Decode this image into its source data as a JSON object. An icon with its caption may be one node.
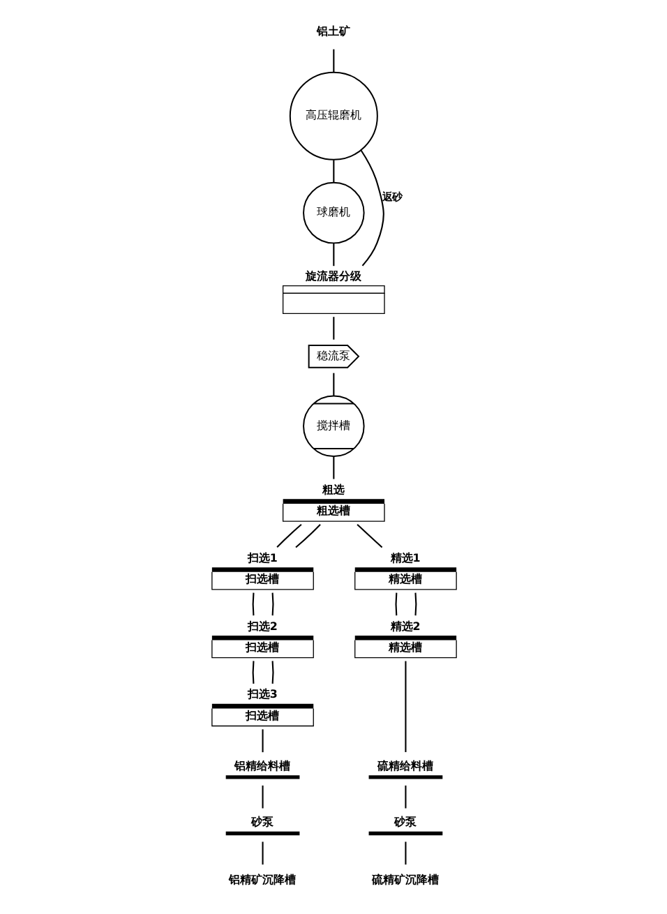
{
  "diagram": {
    "nodes": [
      {
        "text": [
          "铝土矿"
        ]
      },
      {
        "text": [
          "高压辊磨机"
        ]
      },
      {
        "text": [
          "球磨机"
        ]
      },
      {
        "text": [
          "旋流器分级"
        ]
      },
      {
        "text": [
          "稳流泵"
        ]
      },
      {
        "text": [
          "搅拌槽"
        ]
      },
      {
        "text": [
          "粗选",
          "粗选槽"
        ]
      },
      {
        "text": [
          "扫选1",
          "扫选槽"
        ]
      },
      {
        "text": [
          "扫选2",
          "扫选槽"
        ]
      },
      {
        "text": [
          "扫选3",
          "扫选槽"
        ]
      },
      {
        "text": [
          "精选1",
          "精选槽"
        ]
      },
      {
        "text": [
          "精选2",
          "精选槽"
        ]
      },
      {
        "text": [
          "铝精给料槽"
        ]
      },
      {
        "text": [
          "砂泵"
        ]
      },
      {
        "text": [
          "铝精矿沉降槽"
        ]
      },
      {
        "text": [
          "硫精给料槽"
        ]
      },
      {
        "text": [
          "砂泵"
        ]
      },
      {
        "text": [
          "硫精矿沉降槽"
        ]
      }
    ],
    "edges": [
      {
        "from": 0,
        "to": 1,
        "arrow": "none"
      },
      {
        "from": 1,
        "to": 2,
        "arrow": "none"
      },
      {
        "from": 2,
        "to": 3,
        "arrow": "none"
      },
      {
        "from": 3,
        "to": 1,
        "label": "返砂",
        "arrow": "none"
      },
      {
        "from": 3,
        "to": 4,
        "arrow": "none"
      },
      {
        "from": 4,
        "to": 5,
        "arrow": "none"
      },
      {
        "from": 5,
        "to": 6,
        "arrow": "none"
      },
      {
        "from": 6,
        "to": 7,
        "arrow": "none"
      },
      {
        "from": 7,
        "to": 6,
        "arrow": "none"
      },
      {
        "from": 6,
        "to": 10,
        "arrow": "none"
      },
      {
        "from": 7,
        "to": 8,
        "arrow": "none"
      },
      {
        "from": 8,
        "to": 7,
        "arrow": "none"
      },
      {
        "from": 8,
        "to": 9,
        "arrow": "none"
      },
      {
        "from": 9,
        "to": 8,
        "arrow": "none"
      },
      {
        "from": 10,
        "to": 11,
        "arrow": "none"
      },
      {
        "from": 11,
        "to": 10,
        "arrow": "none"
      },
      {
        "from": 9,
        "to": 12,
        "arrow": "none"
      },
      {
        "from": 11,
        "to": 15,
        "arrow": "none"
      },
      {
        "from": 12,
        "to": 13,
        "arrow": "none"
      },
      {
        "from": 13,
        "to": 14,
        "arrow": "none"
      },
      {
        "from": 15,
        "to": 16,
        "arrow": "none"
      },
      {
        "from": 16,
        "to": 17,
        "arrow": "none"
      }
    ]
  }
}
